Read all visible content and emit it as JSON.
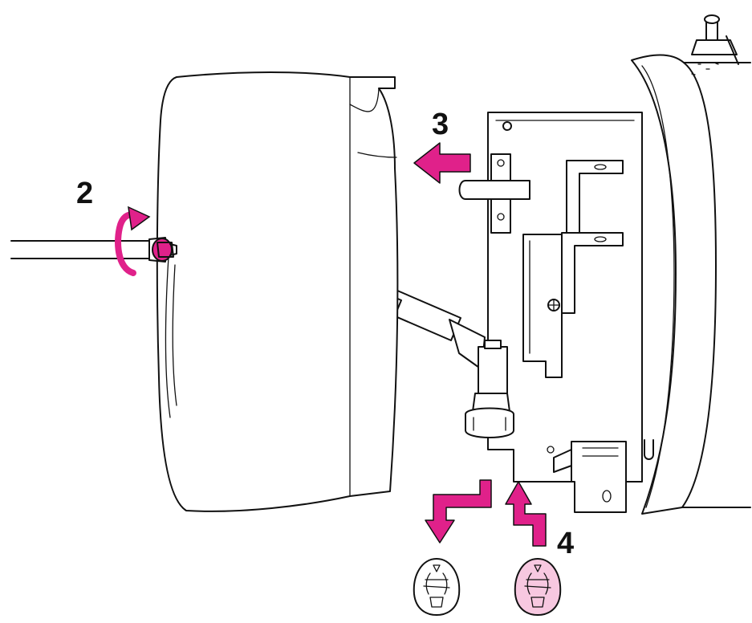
{
  "steps": [
    {
      "label": "2"
    },
    {
      "label": "3"
    },
    {
      "label": "4"
    }
  ],
  "colors": {
    "accent": "#e0218a",
    "line": "#111111",
    "bulb_fill": "#f7c8e0",
    "background": "#ffffff"
  },
  "icons": [
    "screwdriver-icon",
    "rotate-arrow-icon",
    "pull-arrow-icon",
    "remove-bulb-arrow-icon",
    "insert-bulb-arrow-icon",
    "old-bulb-icon",
    "new-bulb-icon"
  ]
}
